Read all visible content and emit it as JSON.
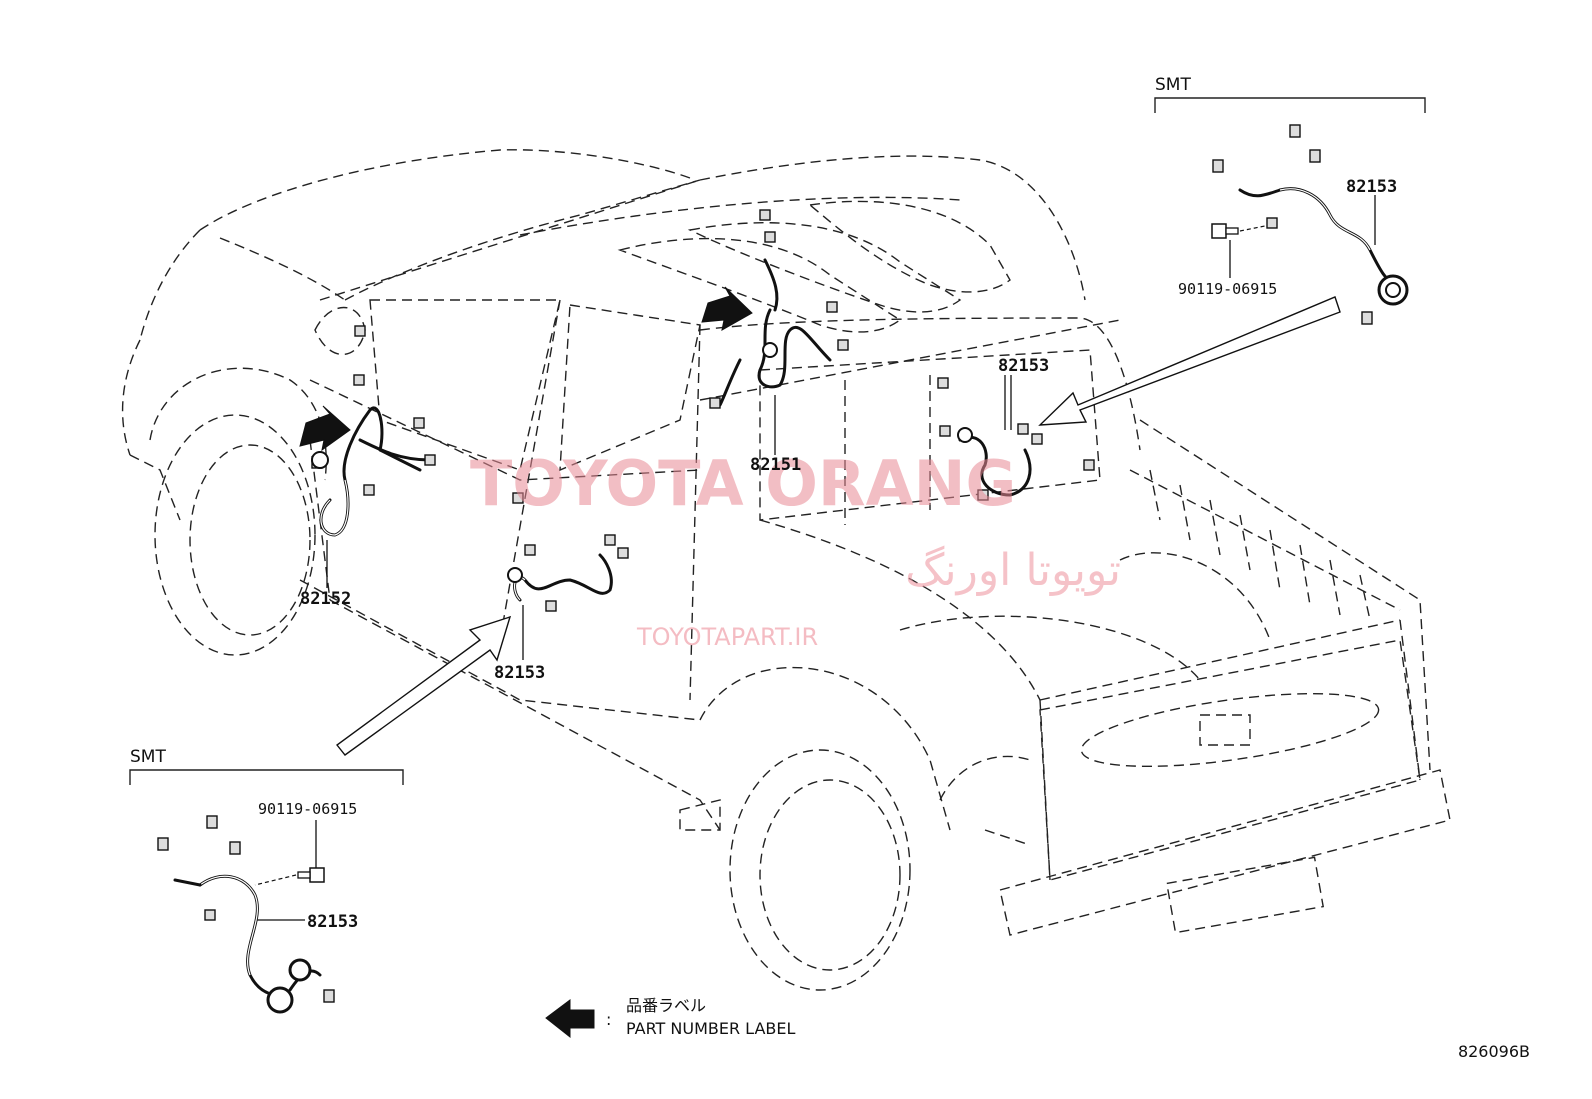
{
  "diagram": {
    "part_labels": {
      "roof": "82151",
      "front_door": "82152",
      "rear_door": "82153",
      "rear_right": "82153",
      "smt_top_harness": "82153",
      "smt_top_bolt": "90119-06915",
      "smt_bottom_harness": "82153",
      "smt_bottom_bolt": "90119-06915"
    },
    "smt_labels": {
      "top": "SMT",
      "bottom": "SMT"
    },
    "legend": {
      "japanese": "品番ラベル",
      "colon": ":",
      "english": "PART NUMBER LABEL"
    },
    "diagram_code": "826096B",
    "watermarks": {
      "brand": "TOYOTA ORANG",
      "persian": "تویوتا اورنگ",
      "url": "TOYOTAPART.IR"
    },
    "icons": [
      "black-arrow-icon",
      "hollow-arrow-icon",
      "connector-icon",
      "bolt-icon"
    ]
  }
}
